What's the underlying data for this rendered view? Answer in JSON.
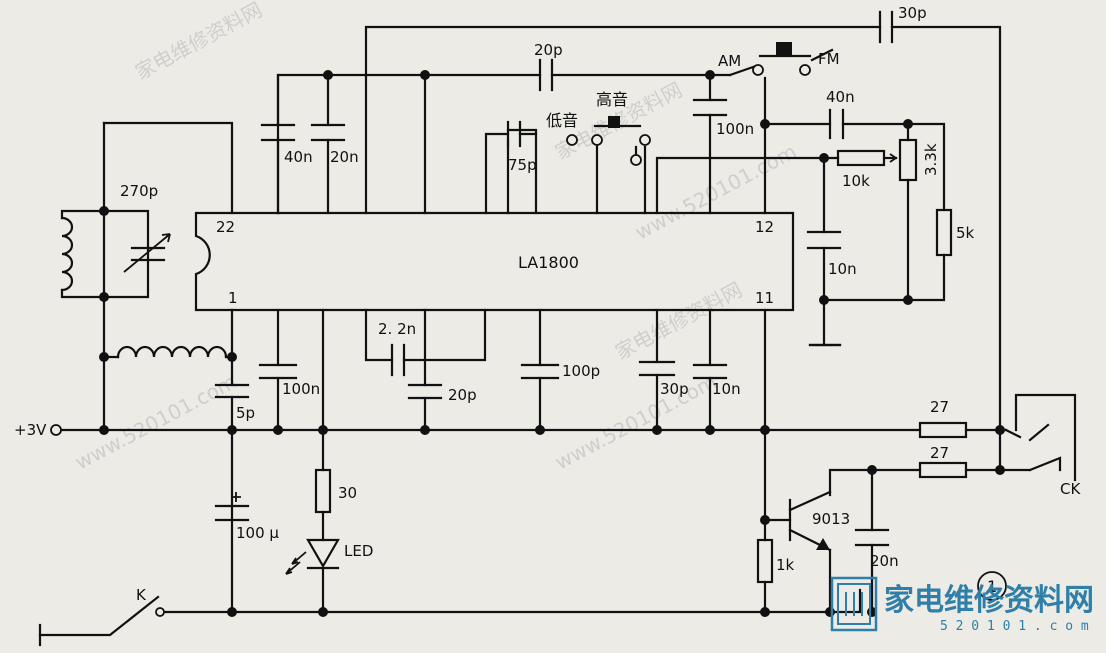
{
  "ic": {
    "name": "LA1800",
    "pins": {
      "p22": "22",
      "p12": "12",
      "p1": "1",
      "p11": "11"
    }
  },
  "labels": {
    "c270p": "270p",
    "c40n_a": "40n",
    "c20n_a": "20n",
    "c20p_top": "20p",
    "c30p_top": "30p",
    "low_tone": "低音",
    "high_tone": "高音",
    "c75p": "75p",
    "c100n_top": "100n",
    "am": "AM",
    "fm": "FM",
    "c40n_b": "40n",
    "r10k": "10k",
    "r3_3k": "3.3k",
    "r5k": "5k",
    "c10n_right": "10n",
    "c2_2n": "2. 2n",
    "c20p_bot": "20p",
    "c100p": "100p",
    "c30p_bot": "30p",
    "c10n_bot": "10n",
    "c100n_left": "100n",
    "c5p": "5p",
    "plus3v": "+3V",
    "r27_a": "27",
    "r27_b": "27",
    "ck": "CK",
    "q9013": "9013",
    "c20n_b": "20n",
    "r1k": "1k",
    "c100u": "100 μ",
    "r30": "30",
    "led": "LED",
    "switch_k": "K",
    "figure_number": "1"
  },
  "watermark": {
    "site_cn": "家电维修资料网",
    "url": "www.520101.com",
    "logo_cn": "家电维修资料网",
    "logo_url": "5 2 0 1 0 1 . c o m"
  }
}
